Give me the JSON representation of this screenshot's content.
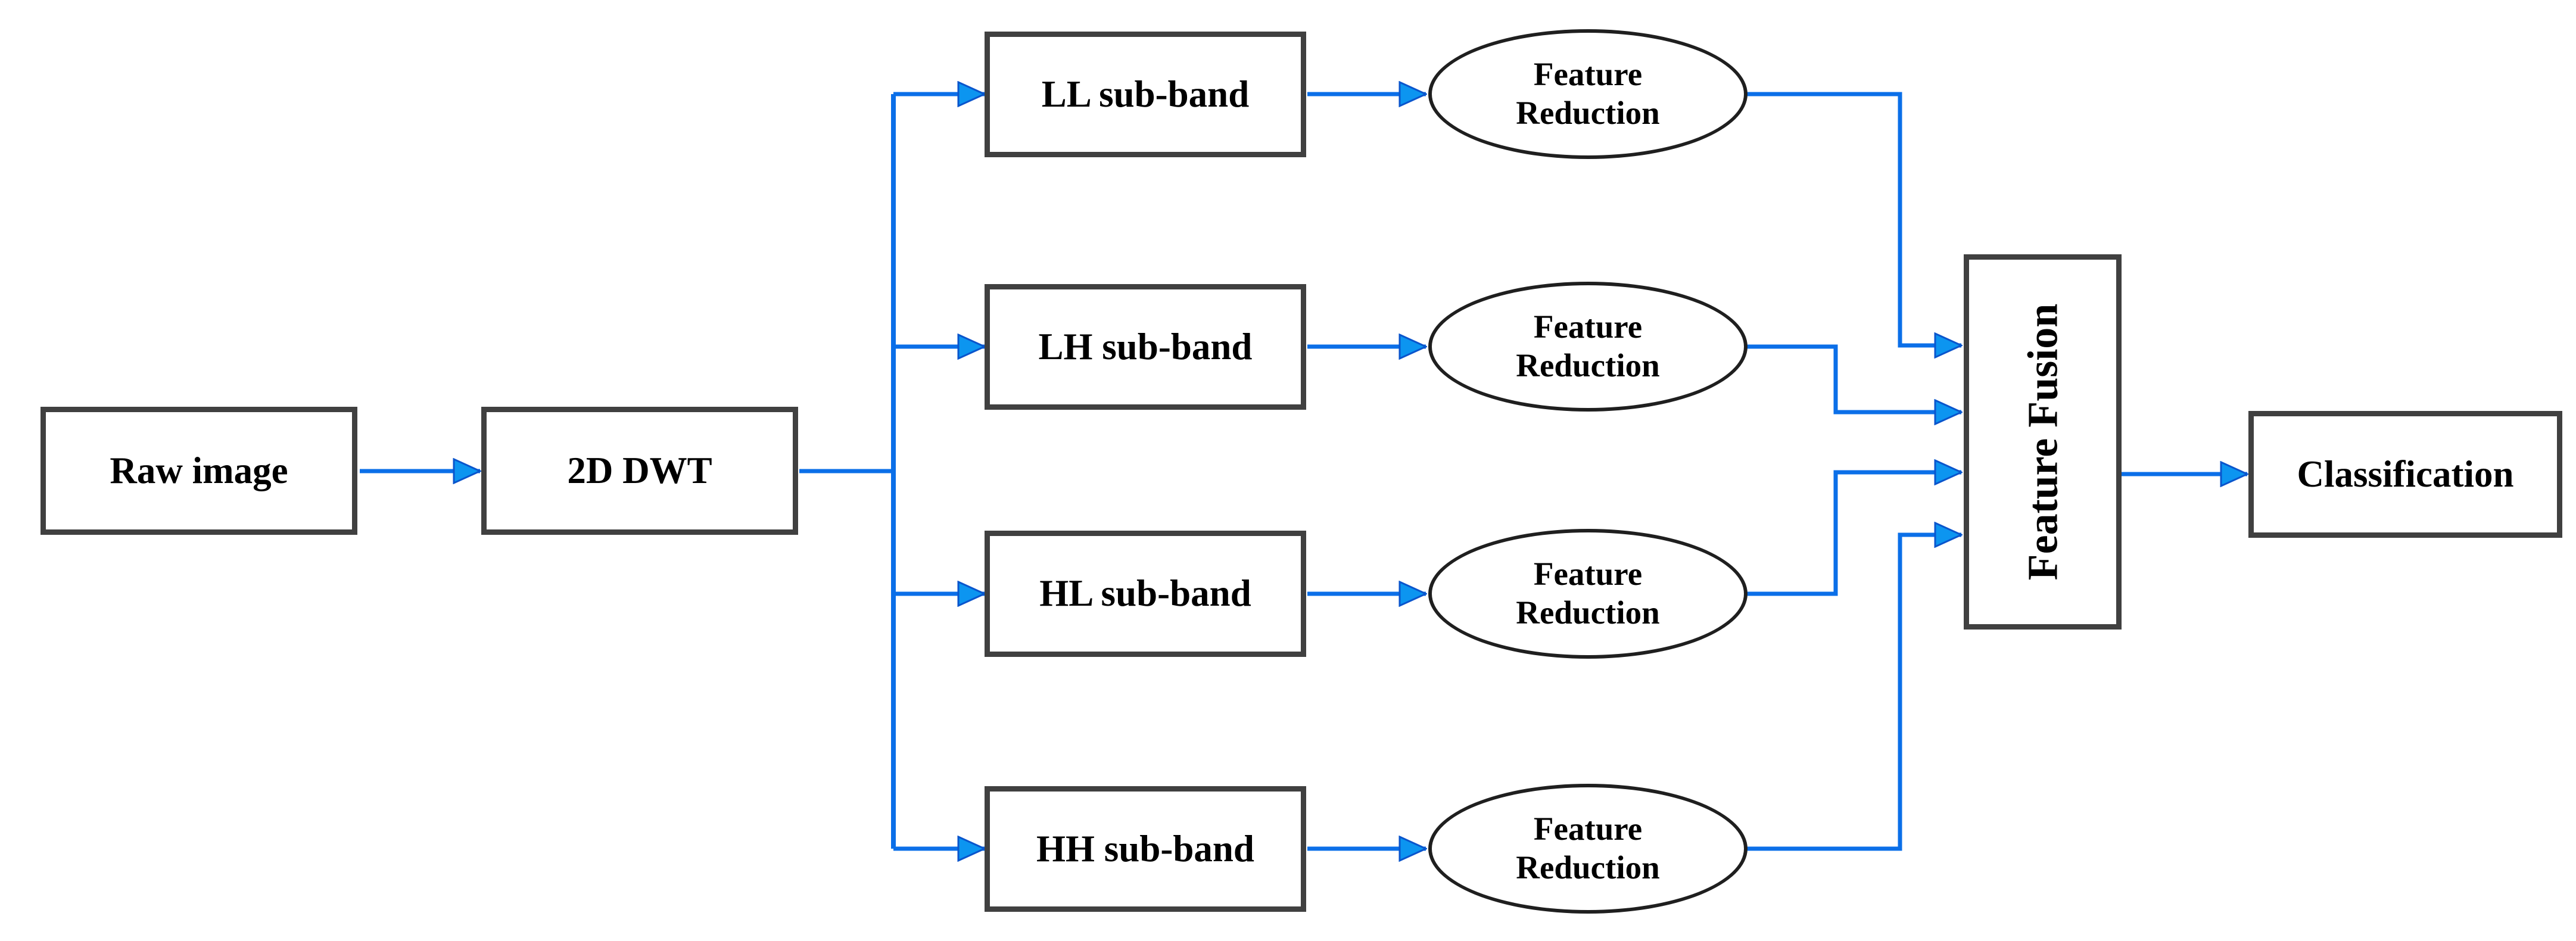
{
  "colors": {
    "background": "#ffffff",
    "arrow_blue": "#0b6fe8",
    "arrowhead_fill": "#0c95f0",
    "arrowhead_stroke": "#0a55cc",
    "box_border_gray": "#404040",
    "ellipse_border_black": "#1f1f1f",
    "text_black": "#000000"
  },
  "diagram": {
    "type": "flowchart",
    "nodes": {
      "raw_image": {
        "label": "Raw image",
        "shape": "rectangle"
      },
      "dwt": {
        "label": "2D DWT",
        "shape": "rectangle"
      },
      "ll_subband": {
        "label": "LL sub-band",
        "shape": "rectangle"
      },
      "lh_subband": {
        "label": "LH sub-band",
        "shape": "rectangle"
      },
      "hl_subband": {
        "label": "HL sub-band",
        "shape": "rectangle"
      },
      "hh_subband": {
        "label": "HH sub-band",
        "shape": "rectangle"
      },
      "feature_reduction_ll": {
        "lines": [
          "Feature",
          "Reduction"
        ],
        "shape": "ellipse"
      },
      "feature_reduction_lh": {
        "lines": [
          "Feature",
          "Reduction"
        ],
        "shape": "ellipse"
      },
      "feature_reduction_hl": {
        "lines": [
          "Feature",
          "Reduction"
        ],
        "shape": "ellipse"
      },
      "feature_reduction_hh": {
        "lines": [
          "Feature",
          "Reduction"
        ],
        "shape": "ellipse"
      },
      "feature_fusion": {
        "label": "Feature Fusion",
        "shape": "rectangle",
        "text_orientation": "vertical-bottom-to-top"
      },
      "classification": {
        "label": "Classification",
        "shape": "rectangle"
      }
    },
    "edges": [
      {
        "from": "raw_image",
        "to": "dwt"
      },
      {
        "from": "dwt",
        "to": "ll_subband"
      },
      {
        "from": "dwt",
        "to": "lh_subband"
      },
      {
        "from": "dwt",
        "to": "hl_subband"
      },
      {
        "from": "dwt",
        "to": "hh_subband"
      },
      {
        "from": "ll_subband",
        "to": "feature_reduction_ll"
      },
      {
        "from": "lh_subband",
        "to": "feature_reduction_lh"
      },
      {
        "from": "hl_subband",
        "to": "feature_reduction_hl"
      },
      {
        "from": "hh_subband",
        "to": "feature_reduction_hh"
      },
      {
        "from": "feature_reduction_ll",
        "to": "feature_fusion"
      },
      {
        "from": "feature_reduction_lh",
        "to": "feature_fusion"
      },
      {
        "from": "feature_reduction_hl",
        "to": "feature_fusion"
      },
      {
        "from": "feature_reduction_hh",
        "to": "feature_fusion"
      },
      {
        "from": "feature_fusion",
        "to": "classification"
      }
    ]
  }
}
